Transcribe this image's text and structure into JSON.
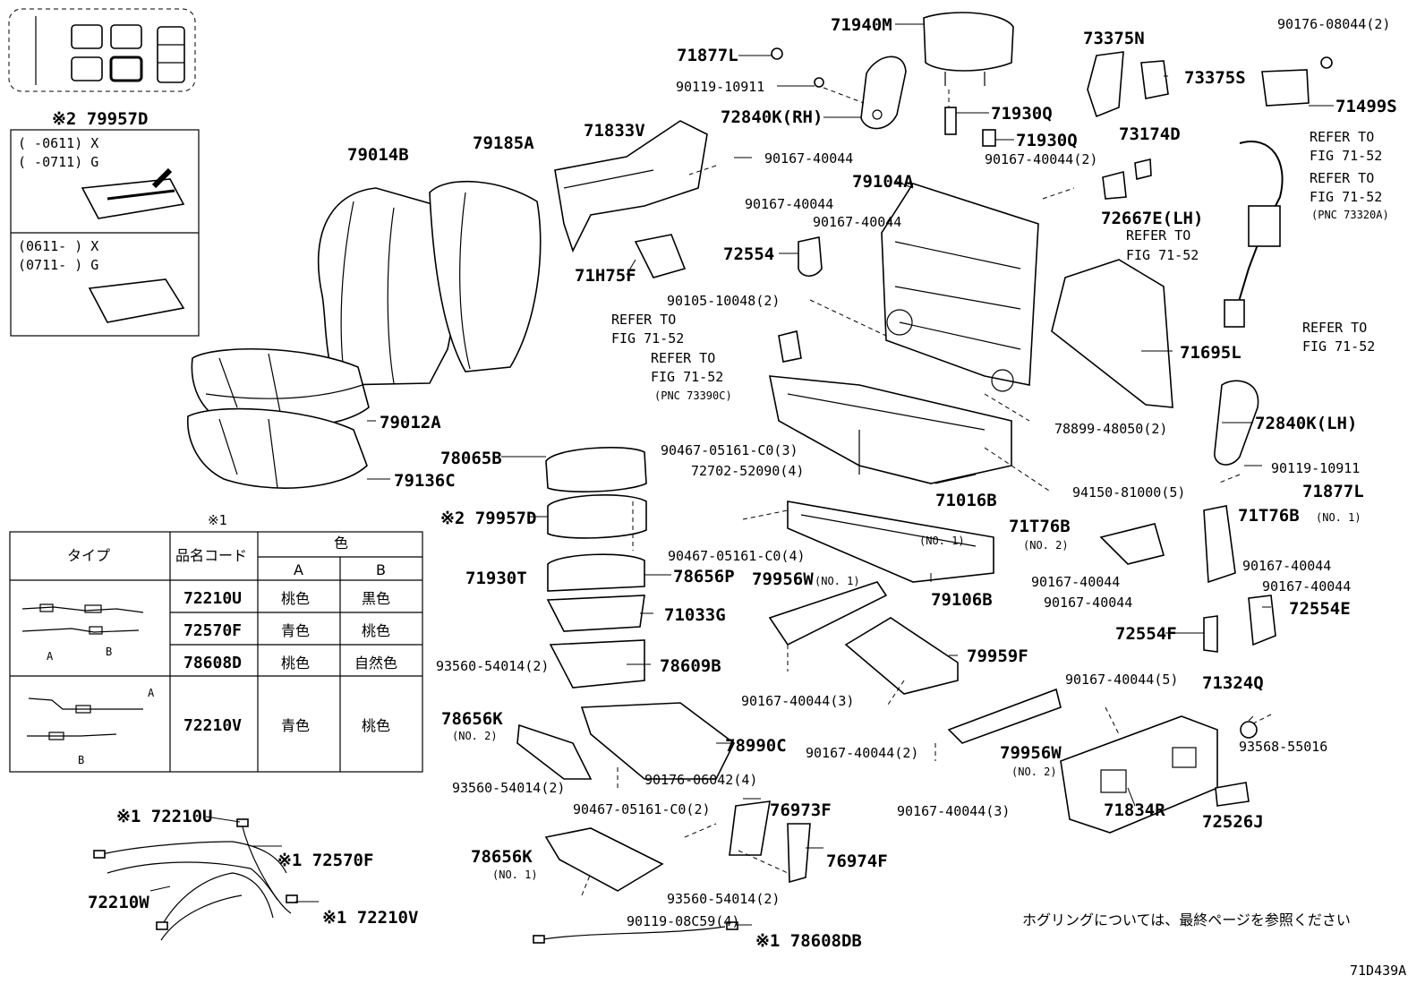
{
  "diagram_id": "71D439A",
  "footnote_jp": "ホグリングについては、最終ページを参照ください",
  "table": {
    "title": "※1",
    "headers": {
      "type": "タイプ",
      "code": "品名コード",
      "color": "色",
      "col_a": "A",
      "col_b": "B"
    },
    "rows": [
      {
        "code": "72210U",
        "a": "桃色",
        "b": "黒色"
      },
      {
        "code": "72570F",
        "a": "青色",
        "b": "桃色"
      },
      {
        "code": "78608D",
        "a": "桃色",
        "b": "自然色"
      },
      {
        "code": "72210V",
        "a": "青色",
        "b": "桃色"
      }
    ],
    "arrow_a": "A",
    "arrow_b": "B"
  },
  "inset_79957D": {
    "title": "※2 79957D",
    "upper": {
      "line1": "(      -0611) X",
      "line2": "(      -0711) G"
    },
    "lower": {
      "line1": "(0611-      ) X",
      "line2": "(0711-      ) G"
    }
  },
  "labels": {
    "l71940M": "71940M",
    "l71877L_top": "71877L",
    "l90119_10911_top": "90119-10911",
    "l72840K_RH": "72840K(RH)",
    "l71930Q_a": "71930Q",
    "l71930Q_b": "71930Q",
    "l90167_40044_2": "90167-40044(2)",
    "l73375N": "73375N",
    "l73375S": "73375S",
    "l90176_08044": "90176-08044(2)",
    "l71499S": "71499S",
    "l73174D": "73174D",
    "l72667E": "72667E(LH)",
    "refer_1": "REFER TO",
    "refer_1b": "FIG 71-52",
    "refer_2": "REFER TO",
    "refer_2b": "FIG 71-52",
    "refer_2c": "(PNC 73320A)",
    "refer_3": "REFER TO",
    "refer_3b": "FIG 71-52",
    "refer_4": "REFER TO",
    "refer_4b": "FIG 71-52",
    "refer_5": "REFER TO",
    "refer_5b": "FIG 71-52",
    "refer_6": "REFER TO",
    "refer_6b": "FIG 71-52",
    "refer_6c": "(PNC 73390C)",
    "l71833V": "71833V",
    "l90167_40044_a": "90167-40044",
    "l90167_40044_b": "90167-40044",
    "l90167_40044_c": "90167-40044",
    "l79104A": "79104A",
    "l72554": "72554",
    "l71H75F": "71H75F",
    "l90105_10048": "90105-10048(2)",
    "l71695L": "71695L",
    "l79014B": "79014B",
    "l79185A": "79185A",
    "l79012A": "79012A",
    "l79136C": "79136C",
    "l78065B": "78065B",
    "l90467_05161_3": "90467-05161-C0(3)",
    "l72702_52090": "72702-52090(4)",
    "l79957D_mid": "※2 79957D",
    "l78899_48050": "78899-48050(2)",
    "l72840K_LH": "72840K(LH)",
    "l90119_10911_r": "90119-10911",
    "l71877L_r": "71877L",
    "l94150_81000": "94150-81000(5)",
    "l71016B": "71016B",
    "l71T76B_no2": "71T76B",
    "l71T76B_no2_sub": "(NO. 2)",
    "l71T76B_no1": "71T76B",
    "l71T76B_no1_sub": "(NO. 1)",
    "l90167_40044_d": "90167-40044",
    "l90167_40044_e": "90167-40044",
    "l90167_40044_f": "90167-40044",
    "l90167_40044_g": "90167-40044",
    "l72554E": "72554E",
    "l72554F": "72554F",
    "l90467_05161_4": "90467-05161-C0(4)",
    "l78656P": "78656P",
    "l71930T": "71930T",
    "l71033G": "71033G",
    "l79956W_no1": "79956W",
    "l79956W_no1_sub": "(NO. 1)",
    "l79106B": "79106B",
    "l_no1_frame": "(NO. 1)",
    "l93560_54014_2a": "93560-54014(2)",
    "l78609B": "78609B",
    "l79959F": "79959F",
    "l90167_40044_3a": "90167-40044(3)",
    "l90167_40044_5": "90167-40044(5)",
    "l71324Q": "71324Q",
    "l93568_55016": "93568-55016",
    "l78656K_no2": "78656K",
    "l78656K_no2_sub": "(NO. 2)",
    "l78990C": "78990C",
    "l90167_40044_2b": "90167-40044(2)",
    "l79956W_no2": "79956W",
    "l79956W_no2_sub": "(NO. 2)",
    "l93560_54014_2b": "93560-54014(2)",
    "l90176_06042": "90176-06042(4)",
    "l90467_05161_2": "90467-05161-C0(2)",
    "l76973F": "76973F",
    "l90167_40044_3b": "90167-40044(3)",
    "l71834R": "71834R",
    "l72526J": "72526J",
    "l78656K_no1": "78656K",
    "l78656K_no1_sub": "(NO. 1)",
    "l76974F": "76974F",
    "l93560_54014_2c": "93560-54014(2)",
    "l90119_08C59": "90119-08C59(4)",
    "l72210U": "※1 72210U",
    "l72570F": "※1 72570F",
    "l72210W": "72210W",
    "l72210V": "※1 72210V",
    "l78608DB": "※1 78608DB"
  }
}
